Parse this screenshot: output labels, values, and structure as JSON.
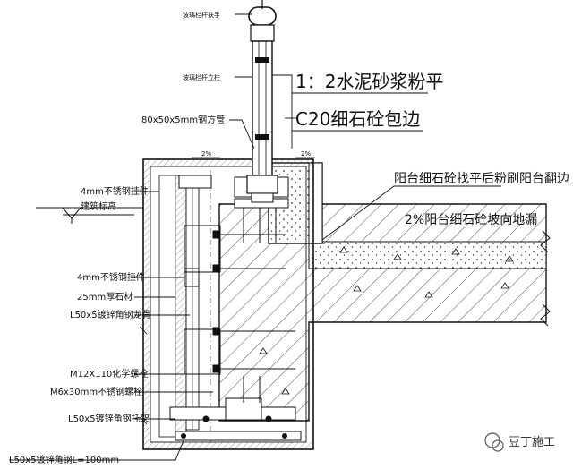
{
  "labels": {
    "glass_rail_top": "玻璃栏杆扶手",
    "glass_rail_post": "玻璃栏杆立柱",
    "steel_tube": "80x50x5mm钢方管",
    "mortar_levelling": "1：2水泥砂浆粉平",
    "c20_wrap": "C20细石砼包边",
    "balcony_edge_note": "阳台细石砼找平后粉刷阳台翻边",
    "slope_note": "2%阳台细石砼坡向地漏",
    "stone_4mm_top": "4mm不锈钢挂件",
    "finish_floor": "建筑标高",
    "stone_4mm_mid": "4mm不锈钢挂件",
    "stone_25mm": "25mm厚石材",
    "angle_L50_keel": "L50x5镀锌角钢龙骨",
    "bolt_m12": "M12X110化学螺栓",
    "bolt_m6": "M6x30mm不锈钢螺栓",
    "angle_L50_support": "L50x5镀锌角钢托架",
    "angle_L50_bottom": "L50x5镀锌角钢L=100mm",
    "slope_small_1": "2%",
    "slope_small_2": "2%",
    "watermark": "豆丁施工"
  }
}
